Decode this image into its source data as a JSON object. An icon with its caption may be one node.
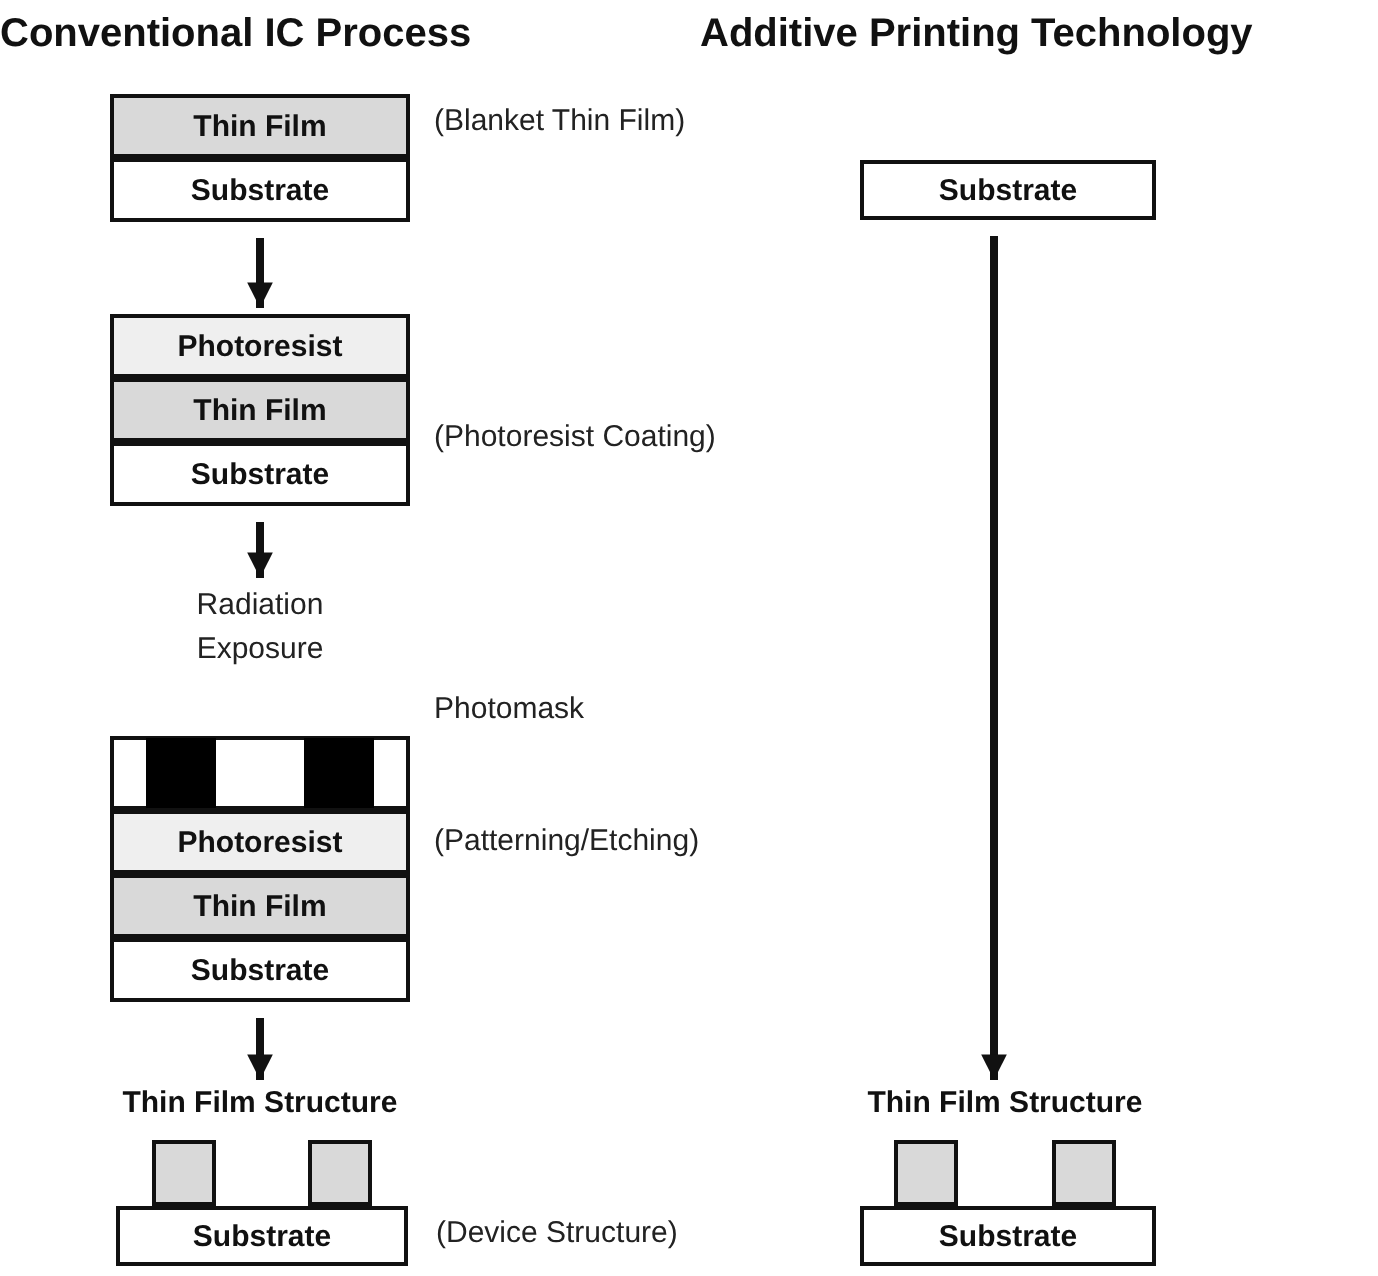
{
  "diagram": {
    "nodes": [
      {
        "text": [
          "Thin Film"
        ],
        "beside": [
          "(Blanket Thin Film)"
        ]
      },
      {
        "text": [
          "Substrate"
        ]
      },
      {
        "text": [
          "Photoresist"
        ]
      },
      {
        "text": [
          "Thin Film"
        ],
        "beside": [
          "(Photoresist Coating)"
        ]
      },
      {
        "text": [
          "Substrate"
        ]
      },
      {
        "text": [
          "Radiation Exposure"
        ]
      },
      {
        "text": [
          "Photomask"
        ]
      },
      {
        "text": [
          "Photoresist"
        ],
        "beside": [
          "(Patterning/Etching)"
        ]
      },
      {
        "text": [
          "Thin Film"
        ]
      },
      {
        "text": [
          "Substrate"
        ]
      },
      {
        "text": [
          "Thin Film Structure"
        ],
        "beside": [
          "(Device Structure)"
        ]
      },
      {
        "text": [],
        "shape": "box",
        "in": 10
      },
      {
        "text": [],
        "shape": "box",
        "in": 10
      },
      {
        "text": [
          "Substrate"
        ],
        "in": 10
      },
      {
        "text": [
          "Substrate"
        ]
      },
      {
        "text": [
          "Thin Film Structure"
        ]
      },
      {
        "text": [],
        "shape": "box",
        "in": 15
      },
      {
        "text": [],
        "shape": "box",
        "in": 15
      },
      {
        "text": [
          "Substrate"
        ],
        "in": 15
      }
    ],
    "edges": [
      {
        "from": 1,
        "to": 2,
        "arrow": "to"
      },
      {
        "from": 4,
        "to": 5,
        "arrow": "to"
      },
      {
        "from": 9,
        "to": 10,
        "arrow": "to"
      },
      {
        "from": 14,
        "to": 15,
        "arrow": "to"
      }
    ],
    "labels": [
      "Conventional IC Process",
      "Additive Printing Technology"
    ]
  }
}
